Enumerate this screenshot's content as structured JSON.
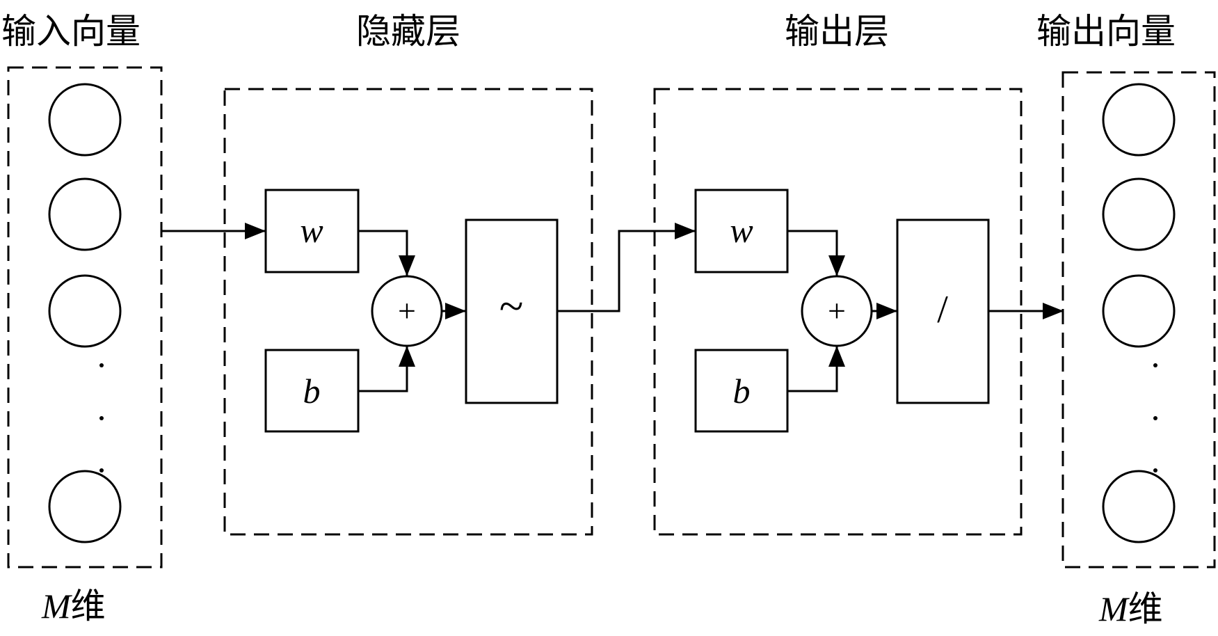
{
  "labels": {
    "input_vector": "输入向量",
    "hidden_layer": "隐藏层",
    "output_layer": "输出层",
    "output_vector": "输出向量",
    "input_dim_var": "M",
    "input_dim_suffix": "维",
    "output_dim_var": "M",
    "output_dim_suffix": "维"
  },
  "hidden": {
    "weight": "w",
    "bias": "b",
    "sum": "+",
    "activation": "~"
  },
  "output": {
    "weight": "w",
    "bias": "b",
    "sum": "+",
    "activation": "/"
  },
  "colors": {
    "stroke": "#000000",
    "background": "#ffffff"
  }
}
